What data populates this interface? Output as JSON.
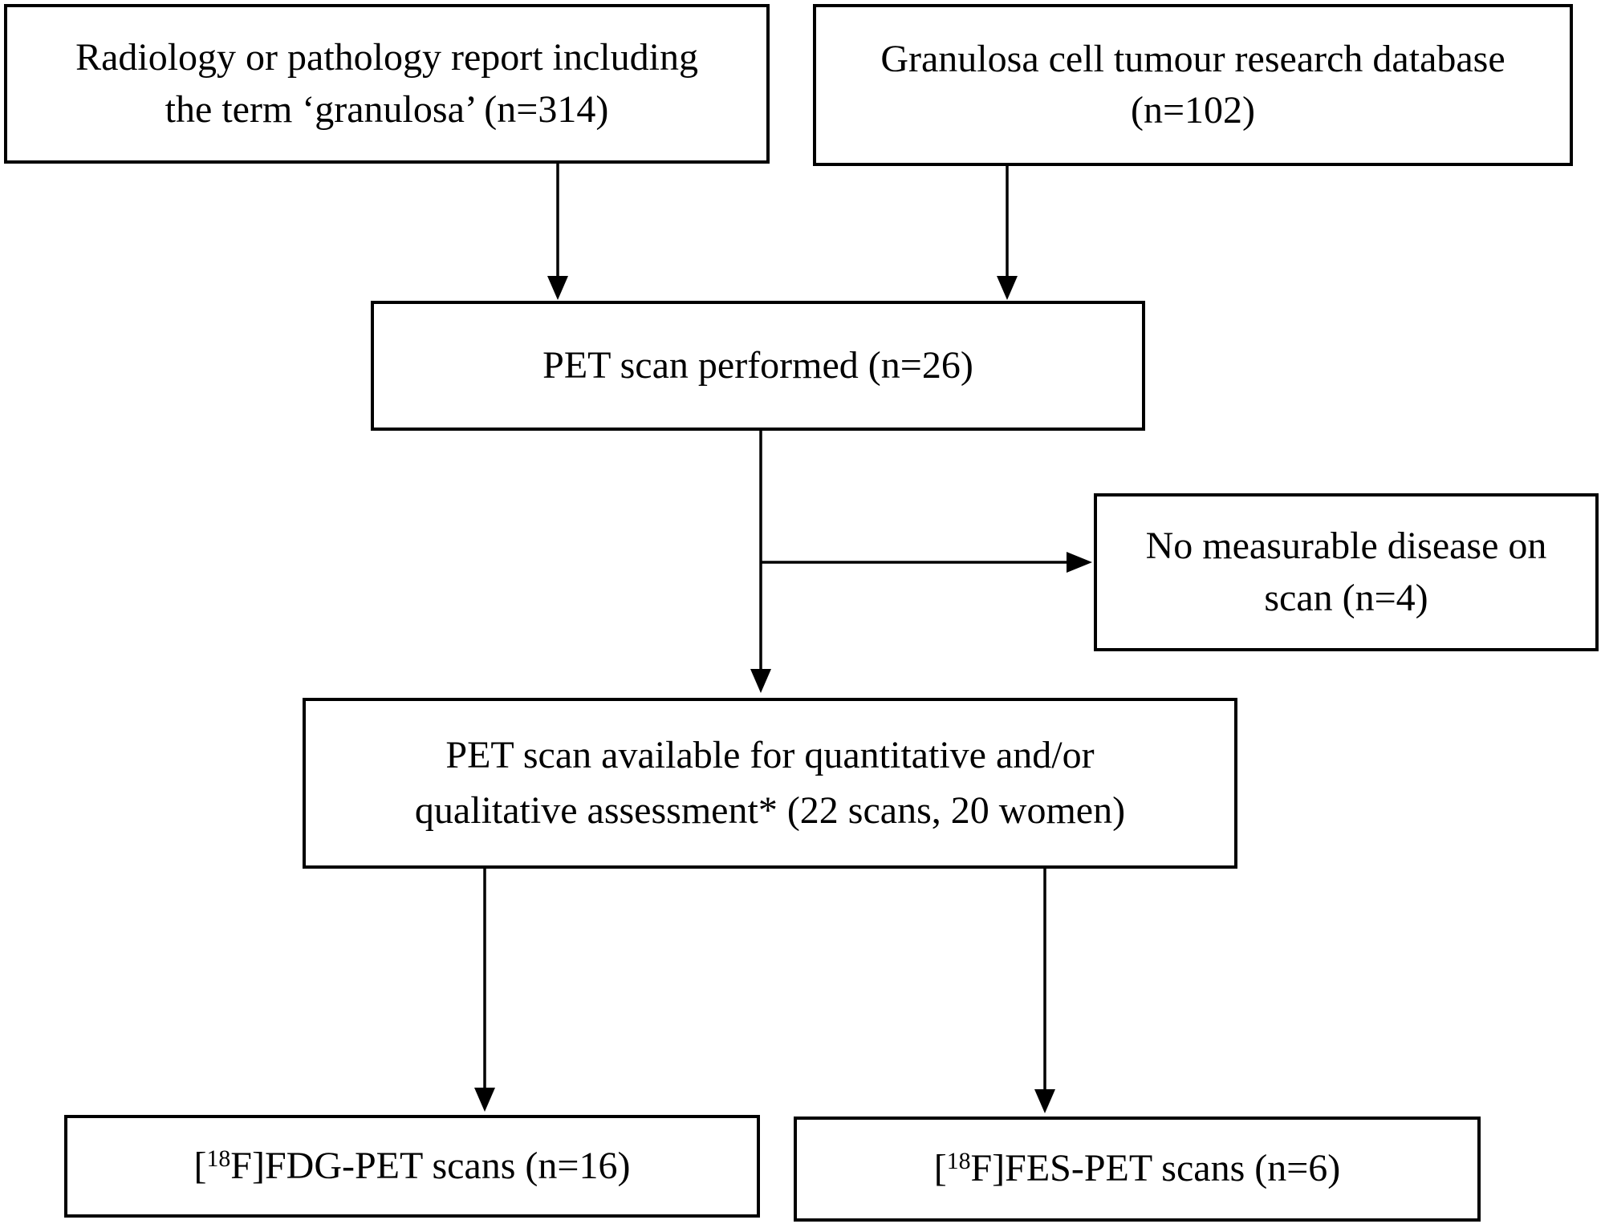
{
  "diagram": {
    "background_color": "#ffffff",
    "line_color": "#000000",
    "boxes": {
      "radiology": {
        "lines": [
          "Radiology or pathology report including",
          "the term ‘granulosa’ (n=314)"
        ]
      },
      "database": {
        "lines": [
          "Granulosa cell tumour research database",
          "(n=102)"
        ]
      },
      "pet_performed": {
        "lines": [
          "PET scan performed (n=26)"
        ]
      },
      "no_measurable": {
        "lines": [
          "No measurable disease on",
          "scan (n=4)"
        ]
      },
      "pet_available": {
        "lines": [
          "PET scan available for quantitative and/or",
          "qualitative assessment* (22 scans, 20 women)"
        ]
      },
      "fdg": {
        "bracket": "[",
        "isotope": "18",
        "rest": "F]FDG-PET scans (n=16)"
      },
      "fes": {
        "bracket": "[",
        "isotope": "18",
        "rest": "F]FES-PET scans (n=6)"
      }
    }
  }
}
